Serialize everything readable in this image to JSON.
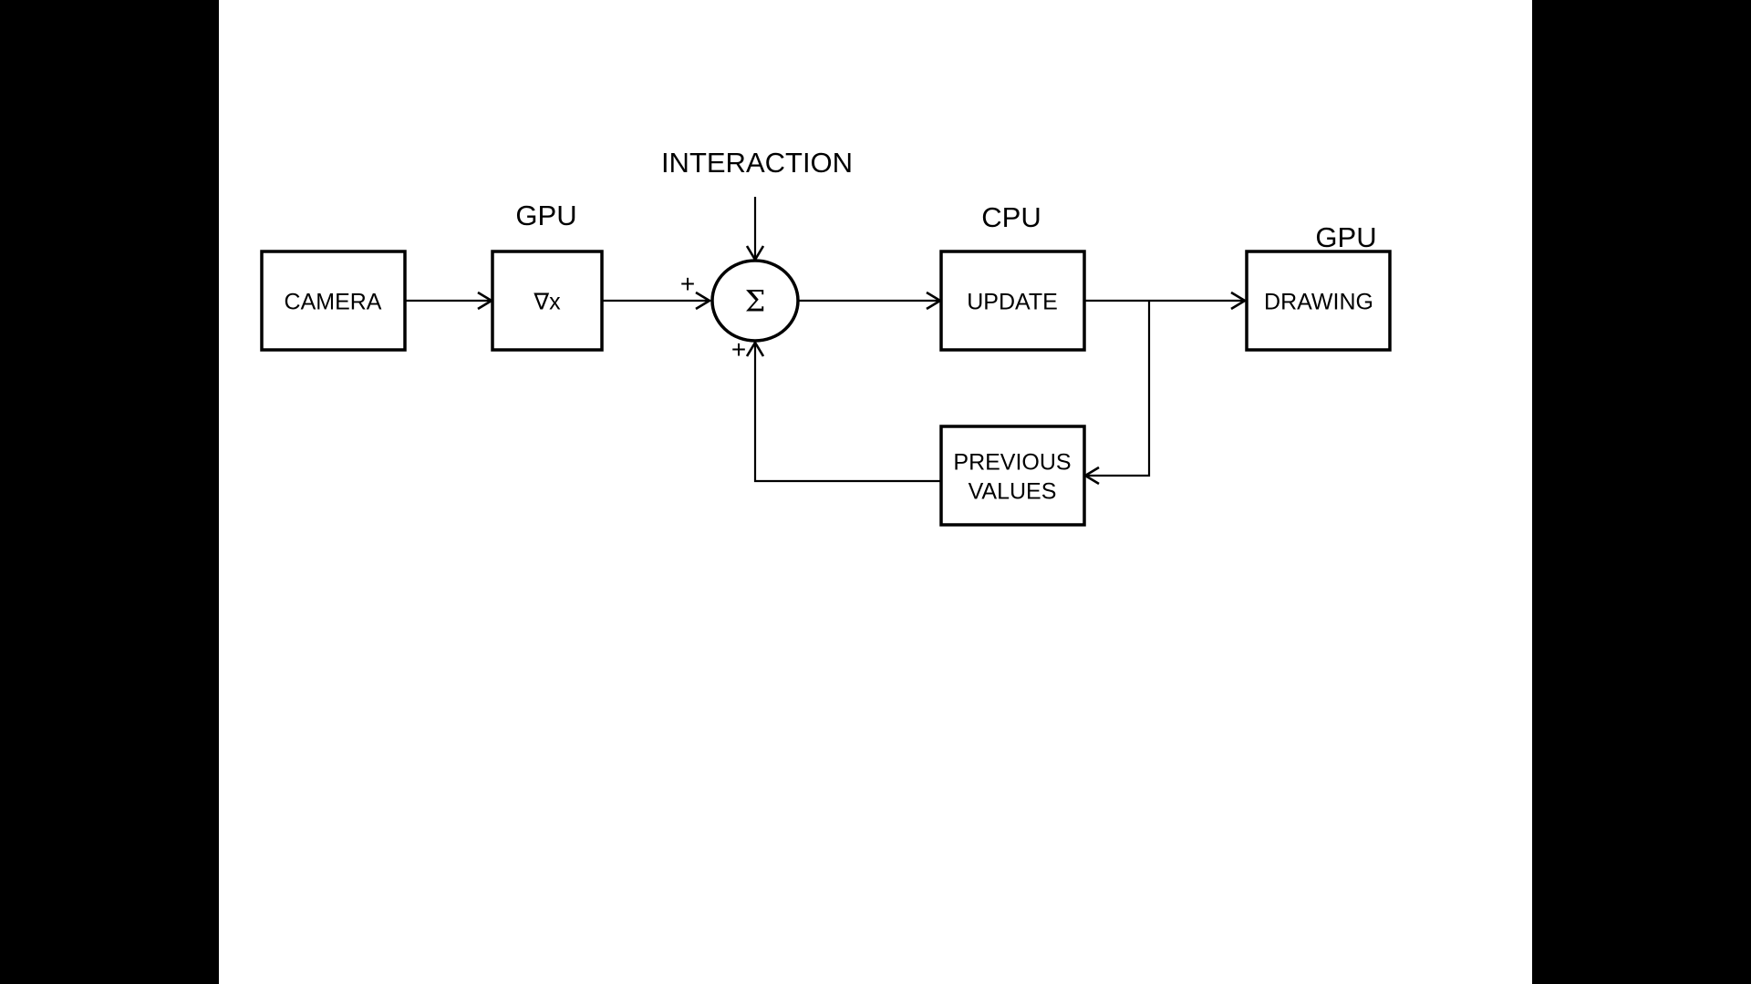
{
  "diagram": {
    "nodes": {
      "camera": {
        "label": "CAMERA"
      },
      "gradient": {
        "label": "∇x"
      },
      "summer": {
        "label": "Σ"
      },
      "update": {
        "label": "UPDATE"
      },
      "drawing": {
        "label": "DRAWING"
      },
      "previous_values": {
        "label_line1": "PREVIOUS",
        "label_line2": "VALUES"
      }
    },
    "annotations": {
      "gradient_processor": "GPU",
      "update_processor": "CPU",
      "drawing_processor": "GPU",
      "interaction": "INTERACTION",
      "summer_input_left_sign": "+",
      "summer_input_bottom_sign": "+"
    },
    "edges": [
      {
        "from": "camera",
        "to": "gradient"
      },
      {
        "from": "gradient",
        "to": "summer"
      },
      {
        "from": "interaction",
        "to": "summer"
      },
      {
        "from": "summer",
        "to": "update"
      },
      {
        "from": "update",
        "to": "drawing"
      },
      {
        "from": "update",
        "to": "previous_values"
      },
      {
        "from": "previous_values",
        "to": "summer"
      }
    ]
  }
}
